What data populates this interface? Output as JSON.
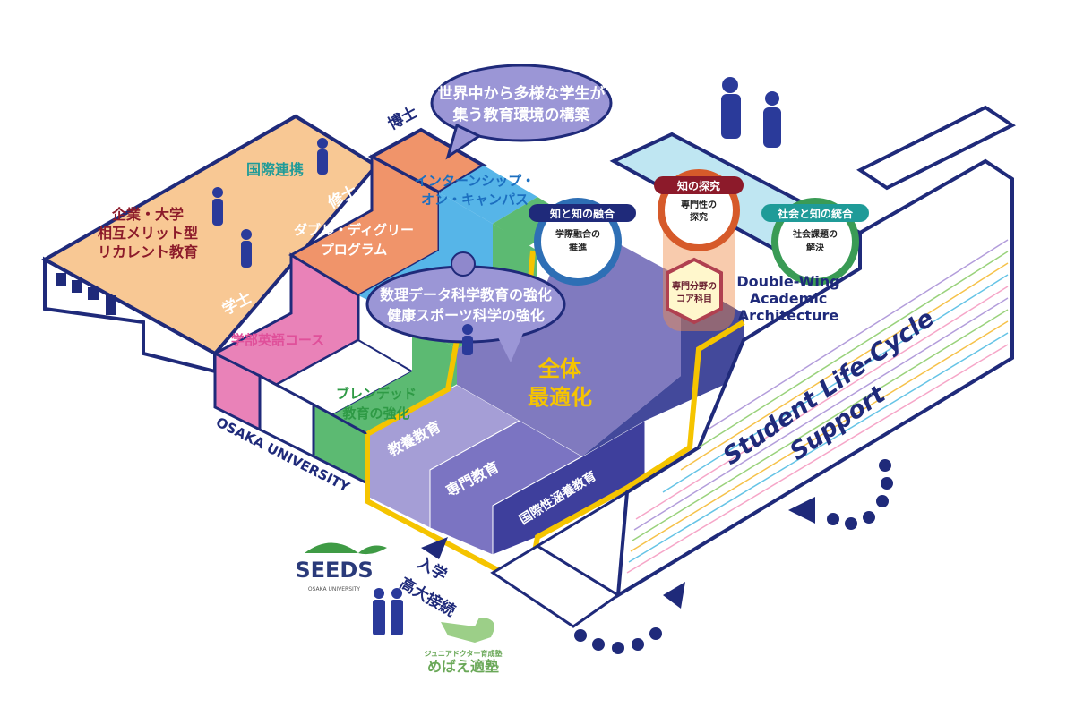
{
  "bubbles": {
    "top": [
      "世界中から多様な学生が",
      "集う教育環境の構築"
    ],
    "middle": [
      "数理データ科学教育の強化",
      "健康スポーツ科学の強化"
    ]
  },
  "levels": {
    "doctor": "博士",
    "master": "修士",
    "bachelor": "学士"
  },
  "labels": {
    "international": "国際連携",
    "recurrent": [
      "企業・大学",
      "相互メリット型",
      "リカレント教育"
    ],
    "internship": [
      "インターンシップ・",
      "オン・キャンパス"
    ],
    "double_degree": [
      "ダブル・ディグリー",
      "プログラム"
    ],
    "english_course": "学部英語コース",
    "blended": [
      "ブレンデッド",
      "教育の強化"
    ],
    "optimization": [
      "全体",
      "最適化"
    ],
    "liberal": "教養教育",
    "specialized": "専門教育",
    "global": "国際性涵養教育",
    "university": "OSAKA UNIVERSITY",
    "lifecycle": [
      "Student Life-Cycle",
      "Support"
    ],
    "admission": [
      "入学",
      "高大接続"
    ]
  },
  "double_wing": {
    "title": [
      "Double-Wing",
      "Academic",
      "Architecture"
    ],
    "fusion": {
      "badge": "知と知の融合",
      "text": [
        "学際融合の",
        "推進"
      ]
    },
    "inquiry": {
      "badge": "知の探究",
      "text": [
        "専門性の",
        "探究"
      ]
    },
    "society": {
      "badge": "社会と知の統合",
      "text": [
        "社会課題の",
        "解決"
      ]
    },
    "core": [
      "専門分野の",
      "コア科目"
    ]
  },
  "logos": {
    "seeds": {
      "name": "SEEDS",
      "sub": "OSAKA UNIVERSITY"
    },
    "mebae": {
      "sub": "ジュニアドクター育成塾",
      "name": "めばえ適塾"
    }
  },
  "colors": {
    "navy": "#1f2a7a",
    "gold": "#f5c400",
    "orange": "#f0946a",
    "pink": "#e982b8",
    "blue": "#56b5e8",
    "green": "#5cba72",
    "purple": "#8f88cc",
    "teal": "#1f9b98",
    "darkred": "#8c1a2a"
  }
}
